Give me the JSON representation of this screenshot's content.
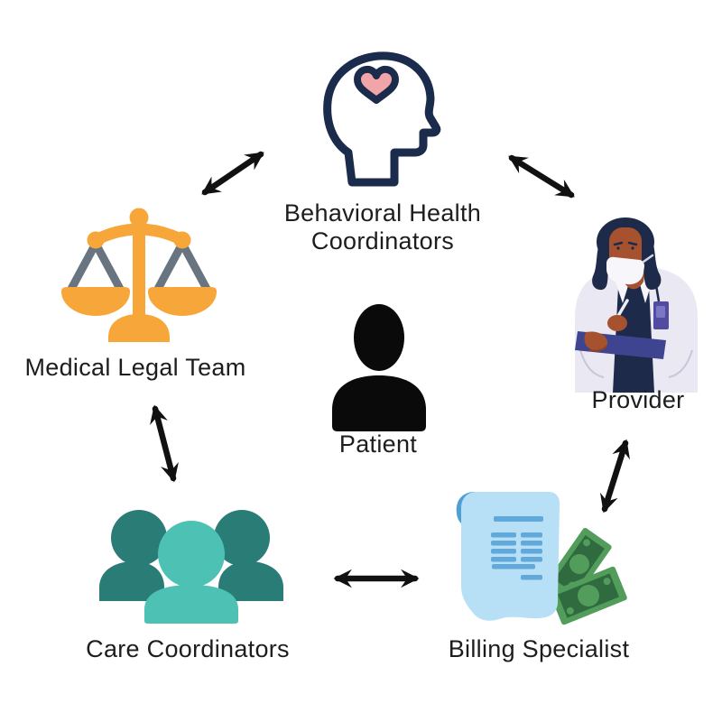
{
  "diagram": {
    "description": "Care team communication circle around the patient",
    "nodes": [
      {
        "id": "behavioral-health-coordinators",
        "label": "Behavioral Health Coordinators",
        "icon": "head-with-heart-icon"
      },
      {
        "id": "medical-legal-team",
        "label": "Medical Legal Team",
        "icon": "scales-of-justice-icon"
      },
      {
        "id": "provider",
        "label": "Provider",
        "icon": "masked-doctor-illustration"
      },
      {
        "id": "patient",
        "label": "Patient",
        "icon": "person-silhouette-icon"
      },
      {
        "id": "care-coordinators",
        "label": "Care Coordinators",
        "icon": "people-group-icon"
      },
      {
        "id": "billing-specialist",
        "label": "Billing Specialist",
        "icon": "invoice-with-money-icon"
      }
    ],
    "connections": [
      {
        "from": "medical-legal-team",
        "to": "behavioral-health-coordinators",
        "bidirectional": true
      },
      {
        "from": "behavioral-health-coordinators",
        "to": "provider",
        "bidirectional": true
      },
      {
        "from": "provider",
        "to": "billing-specialist",
        "bidirectional": true
      },
      {
        "from": "billing-specialist",
        "to": "care-coordinators",
        "bidirectional": true
      },
      {
        "from": "care-coordinators",
        "to": "medical-legal-team",
        "bidirectional": true
      }
    ],
    "colors": {
      "background": "#ffffff",
      "arrow": "#111111",
      "label_text": "#1d1d1d",
      "navy_outline": "#1b2b4b",
      "heart_pink": "#f2a5a8",
      "scales_orange": "#f7a73a",
      "scales_gray": "#68747f",
      "teal_dark": "#2a7c76",
      "teal_light": "#4dc1b4",
      "patient_black": "#0a0a0a",
      "scroll_blue": "#b7dff5",
      "scroll_line_blue": "#61a9da",
      "scroll_curl_blue": "#4e9fd4",
      "money_green": "#529c5c",
      "money_dark_green": "#2f6b3e",
      "coat_lavender": "#eae8f2",
      "skin_brown": "#a6522e",
      "clipboard_indigo": "#3f4490"
    }
  }
}
